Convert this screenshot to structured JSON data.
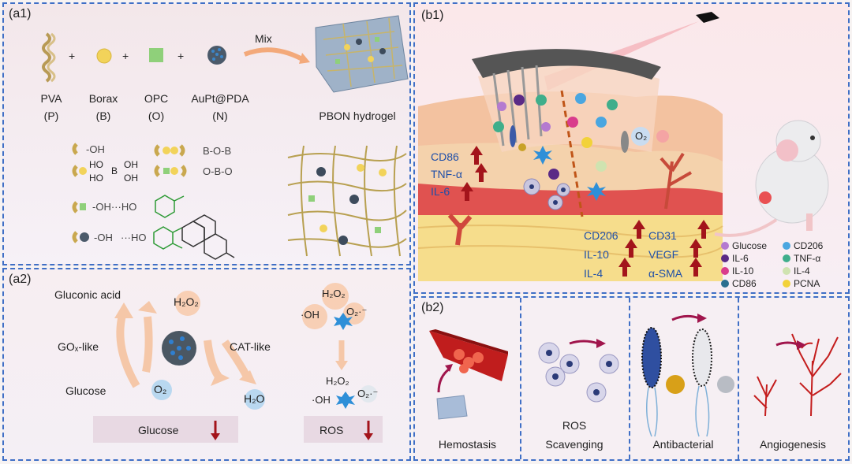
{
  "panels": {
    "a1": "(a1)",
    "a2": "(a2)",
    "b1": "(b1)",
    "b2": "(b2)"
  },
  "a1": {
    "components": [
      {
        "name": "PVA",
        "abbr": "(P)"
      },
      {
        "name": "Borax",
        "abbr": "(B)"
      },
      {
        "name": "OPC",
        "abbr": "(O)"
      },
      {
        "name": "AuPt@PDA",
        "abbr": "(N)"
      }
    ],
    "plus": "+",
    "mix": "Mix",
    "product": "PBON hydrogel",
    "legend": {
      "oh": "-OH",
      "bob1": "B-O-B",
      "bob2": "O-B-O",
      "ho": "HO",
      "oh2": "OH",
      "b": "B",
      "ohho1": "-OH···HO",
      "ohho2": "-OH",
      "ho2": "···HO"
    }
  },
  "a2": {
    "gluconic": "Gluconic acid",
    "h2o2": "H₂O₂",
    "gox": "GOₓ-like",
    "cat": "CAT-like",
    "glucose": "Glucose",
    "o2": "O₂",
    "h2o": "H₂O",
    "glucose_bar": "Glucose",
    "ros_top_h2o2": "H₂O₂",
    "ros_top_oh": "·OH",
    "ros_top_o2": "O₂·⁻",
    "ros_bot_h2o2": "H₂O₂",
    "ros_bot_oh": "·OH",
    "ros_bot_o2": "O₂·⁻",
    "ros_bar": "ROS"
  },
  "b1": {
    "left_markers": [
      "CD86",
      "TNF-α",
      "IL-6"
    ],
    "mid_markers": [
      "CD206",
      "IL-10",
      "IL-4"
    ],
    "right_markers": [
      "CD31",
      "VEGF",
      "α-SMA"
    ],
    "o2": "O₂",
    "legend": [
      {
        "label": "Glucose",
        "color": "#b47ad0"
      },
      {
        "label": "CD206",
        "color": "#4aa6e0"
      },
      {
        "label": "IL-6",
        "color": "#5a2a86"
      },
      {
        "label": "TNF-α",
        "color": "#3fae8b"
      },
      {
        "label": "IL-10",
        "color": "#d93c8c"
      },
      {
        "label": "IL-4",
        "color": "#cfe3b0"
      },
      {
        "label": "CD86",
        "color": "#2b6f8f"
      },
      {
        "label": "PCNA",
        "color": "#f2d23a"
      }
    ]
  },
  "b2": {
    "items": [
      "Hemostasis",
      "ROS",
      "Scavenging",
      "Antibacterial",
      "Angiogenesis"
    ]
  },
  "colors": {
    "border": "#3f6fc6",
    "arrow_red": "#a3141b",
    "marker_blue": "#1f4fa8"
  }
}
